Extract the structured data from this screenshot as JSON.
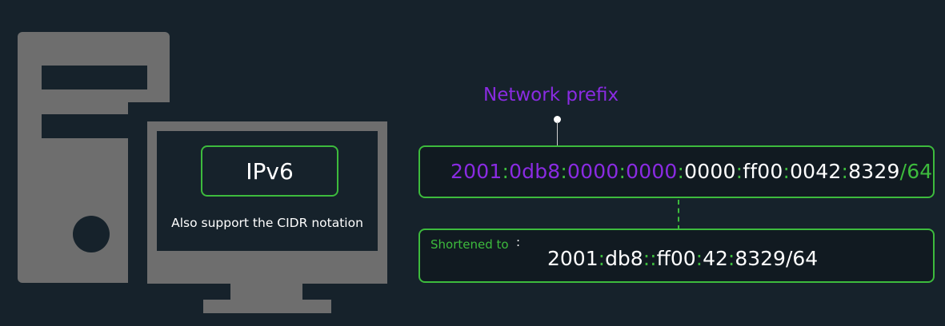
{
  "computer": {
    "badge_label": "IPv6",
    "caption": "Also support the CIDR notation"
  },
  "prefix": {
    "label": "Network prefix"
  },
  "address": {
    "prefix_groups": [
      "2001",
      "0db8",
      "0000",
      "0000"
    ],
    "interface_groups": [
      "0000",
      "ff00",
      "0042",
      "8329"
    ],
    "prefix_length": "/64",
    "separator": ":"
  },
  "shortened": {
    "label": "Shortened to",
    "colon": ":",
    "groups": [
      "2001",
      "db8",
      "",
      "ff00",
      "42",
      "8329/64"
    ],
    "separators": [
      ":",
      ":",
      ":",
      ":",
      ":"
    ]
  },
  "colors": {
    "prefix": "#8a2be2",
    "accent": "#3dbb3d",
    "background": "#16222b",
    "device": "#6e6e6e"
  }
}
